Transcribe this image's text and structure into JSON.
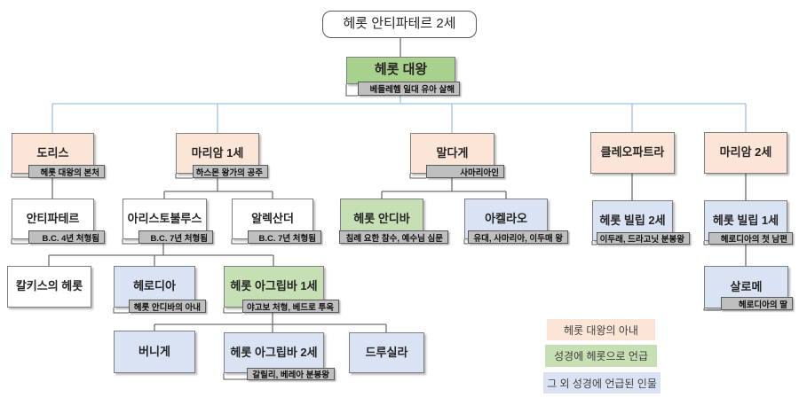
{
  "nodes": {
    "antipater2": {
      "title": "헤롯 안티파테르 2세"
    },
    "herod_great": {
      "title": "헤롯 대왕",
      "note": "베들레헴 일대 유아 살해"
    },
    "doris": {
      "title": "도리스",
      "note": "헤롯 대왕의 본처"
    },
    "mariamne1": {
      "title": "마리암 1세",
      "note": "하스몬 왕가의 공주"
    },
    "malthace": {
      "title": "말다게",
      "note": "사마리아인"
    },
    "cleopatra": {
      "title": "클레오파트라"
    },
    "mariamne2": {
      "title": "마리암 2세"
    },
    "antipater": {
      "title": "안티파테르",
      "note": "B.C. 4년 처형됨"
    },
    "aristobulus": {
      "title": "아리스토불루스",
      "note": "B.C. 7년 처형됨"
    },
    "alexander": {
      "title": "알렉산더",
      "note": "B.C. 7년 처형됨"
    },
    "antipas": {
      "title": "헤롯 안디바",
      "note": "침례 요한 참수, 예수님 심문"
    },
    "archelaus": {
      "title": "아켈라오",
      "note": "유대, 사마리아, 이두매 왕"
    },
    "philip2": {
      "title": "헤롯 빌립 2세",
      "note": "이두래, 드라고닛 분봉왕"
    },
    "philip1": {
      "title": "헤롯 빌립 1세",
      "note": "헤로디아의 첫 남편"
    },
    "chalcis": {
      "title": "칼키스의 헤롯"
    },
    "herodias": {
      "title": "헤로디아",
      "note": "헤롯 안디바의 아내"
    },
    "agrippa1": {
      "title": "헤롯 아그립바 1세",
      "note": "야고보 처형, 베드로 투옥"
    },
    "salome": {
      "title": "살로메",
      "note": "헤로디아의 딸"
    },
    "bernice": {
      "title": "버니게"
    },
    "agrippa2": {
      "title": "헤롯 아그립바 2세",
      "note": "갈릴리, 베레아 분봉왕"
    },
    "drusilla": {
      "title": "드루실라"
    }
  },
  "legend": {
    "wife": {
      "label": "헤롯 대왕의 아내",
      "color": "#fbe5d6"
    },
    "herod": {
      "label": "성경에 헤롯으로 언급",
      "color": "#c6e0b4"
    },
    "other": {
      "label": "그 외 성경에 언급된 인물",
      "color": "#dae3f3"
    }
  },
  "colors": {
    "wife_fill": "#fbe5d6",
    "herod_mention_fill": "#c6e0b4",
    "herod_great_fill": "#a9d18e",
    "bible_other_fill": "#dae3f3",
    "note_fill": "#bfbfbf",
    "family_connector": "#6f6f6f",
    "wives_connector": "#9dc3e6"
  }
}
